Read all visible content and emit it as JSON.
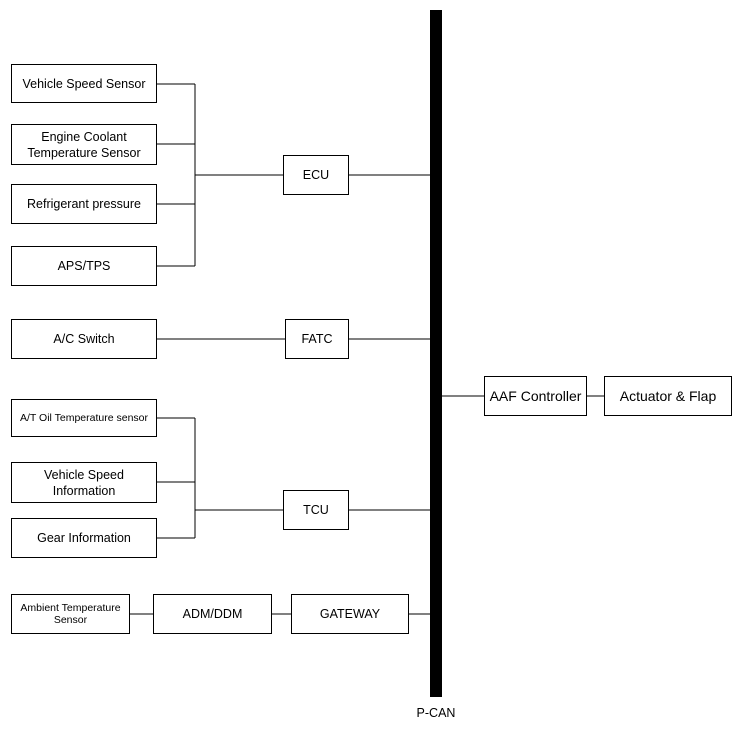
{
  "bus": {
    "label": "P-CAN"
  },
  "sensors": {
    "vehicle_speed_sensor": "Vehicle Speed Sensor",
    "engine_coolant_temperature_sensor": "Engine Coolant\nTemperature Sensor",
    "refrigerant_pressure": "Refrigerant pressure",
    "aps_tps": "APS/TPS",
    "ac_switch": "A/C Switch",
    "at_oil_temperature_sensor": "A/T Oil Temperature sensor",
    "vehicle_speed_information": "Vehicle Speed\nInformation",
    "gear_information": "Gear Information",
    "ambient_temperature_sensor": "Ambient Temperature\nSensor"
  },
  "modules": {
    "ecu": "ECU",
    "fatc": "FATC",
    "tcu": "TCU",
    "adm_ddm": "ADM/DDM",
    "gateway": "GATEWAY",
    "aaf_controller": "AAF Controller",
    "actuator_flap": "Actuator & Flap"
  }
}
